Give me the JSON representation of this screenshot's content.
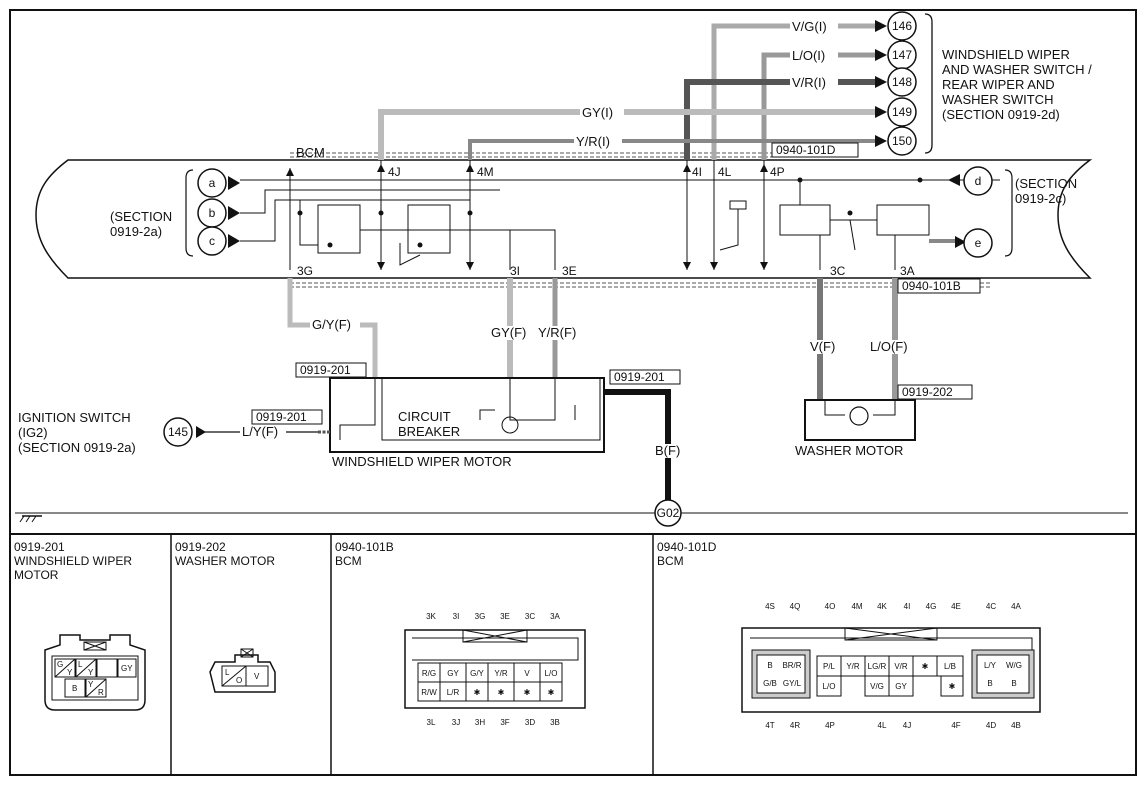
{
  "right_block_title": [
    "WINDSHIELD WIPER",
    "AND WASHER SWITCH /",
    "REAR WIPER AND",
    "WASHER SWITCH",
    "(SECTION 0919-2d)"
  ],
  "terminals_top": [
    {
      "num": "146",
      "wire": "V/G(I)"
    },
    {
      "num": "147",
      "wire": "L/O(I)"
    },
    {
      "num": "148",
      "wire": "V/R(I)"
    },
    {
      "num": "149",
      "wire": "GY(I)"
    },
    {
      "num": "150",
      "wire": "Y/R(I)"
    }
  ],
  "connector_101d": "0940-101D",
  "connector_101b": "0940-101B",
  "bcm_label": "BCM",
  "bcm_pins_top": [
    "4J",
    "4M",
    "4I",
    "4L",
    "4P"
  ],
  "bcm_pins_bottom": [
    "3G",
    "3I",
    "3E",
    "3C",
    "3A"
  ],
  "bcm_left_terminals": [
    "a",
    "b",
    "c"
  ],
  "bcm_right_terminals": [
    "d",
    "e"
  ],
  "section_left": [
    "(SECTION",
    "0919-2a)"
  ],
  "section_right": [
    "(SECTION",
    "0919-2c)"
  ],
  "wires_mid": {
    "gyf_left": "G/Y(F)",
    "gyf": "GY(F)",
    "yrf": "Y/R(F)",
    "vf": "V(F)",
    "lof": "L/O(F)",
    "bf": "B(F)",
    "lyf": "L/Y(F)"
  },
  "wiper_motor": {
    "conn_left": "0919-201",
    "conn_right": "0919-201",
    "conn_ign": "0919-201",
    "title": "WINDSHIELD WIPER MOTOR",
    "breaker": [
      "CIRCUIT",
      "BREAKER"
    ]
  },
  "ignition": {
    "label": [
      "IGNITION SWITCH",
      "(IG2)",
      "(SECTION 0919-2a)"
    ],
    "terminal": "145"
  },
  "washer_motor": {
    "conn": "0919-202",
    "title": "WASHER MOTOR"
  },
  "ground": "G02",
  "panels": [
    {
      "code": "0919-201",
      "title": [
        "WINDSHIELD WIPER",
        "MOTOR"
      ]
    },
    {
      "code": "0919-202",
      "title": [
        "WASHER MOTOR"
      ]
    },
    {
      "code": "0940-101B",
      "title": [
        "BCM"
      ]
    },
    {
      "code": "0940-101D",
      "title": [
        "BCM"
      ]
    }
  ],
  "conn201_pins": [
    "G",
    "Y",
    "L",
    "Y",
    "GY",
    "B",
    "Y",
    "R"
  ],
  "conn202_pins": [
    "L",
    "O",
    "V"
  ],
  "conn101b": {
    "top_labels": [
      "3K",
      "3I",
      "3G",
      "3E",
      "3C",
      "3A"
    ],
    "bottom_labels": [
      "3L",
      "3J",
      "3H",
      "3F",
      "3D",
      "3B"
    ],
    "row1": [
      "R/G",
      "GY",
      "G/Y",
      "Y/R",
      "V",
      "L/O"
    ],
    "row2": [
      "R/W",
      "L/R",
      "✱",
      "✱",
      "✱",
      "✱"
    ]
  },
  "conn101d": {
    "top_labels": [
      "4S",
      "4Q",
      "4O",
      "4M",
      "4K",
      "4I",
      "4G",
      "4E",
      "4C",
      "4A"
    ],
    "bottom_labels": [
      "4T",
      "4R",
      "4P",
      "4L",
      "4J",
      "4F",
      "4D",
      "4B"
    ],
    "left_block": [
      "B",
      "BR/R",
      "G/B",
      "GY/L"
    ],
    "mid_block": [
      "P/L",
      "Y/R",
      "LG/R",
      "V/R",
      "✱",
      "L/B",
      "L/O",
      "V/G",
      "GY",
      "✱"
    ],
    "right_block": [
      "L/Y",
      "W/G",
      "B",
      "B"
    ]
  }
}
